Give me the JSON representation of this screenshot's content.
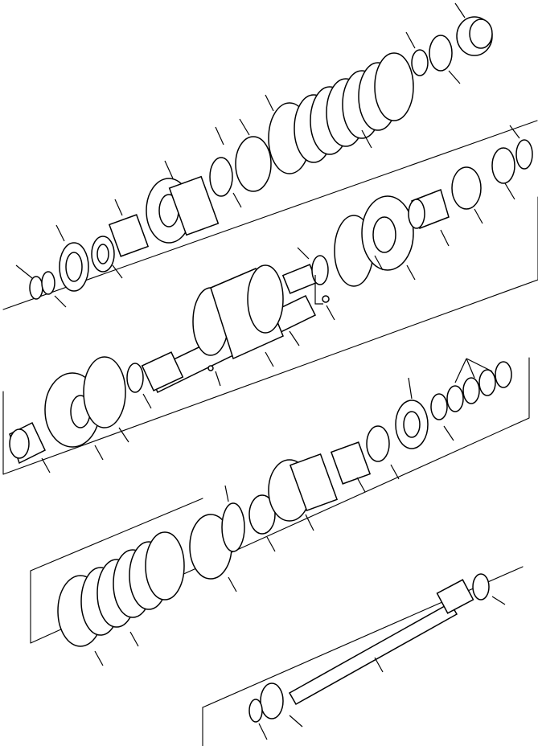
{
  "diagram": {
    "title": "",
    "description_visible_text": [],
    "regions": [
      "upper-shaft-assembly",
      "center-shaft-assembly",
      "lower-clutch-assembly",
      "output-shaft-assembly"
    ]
  }
}
